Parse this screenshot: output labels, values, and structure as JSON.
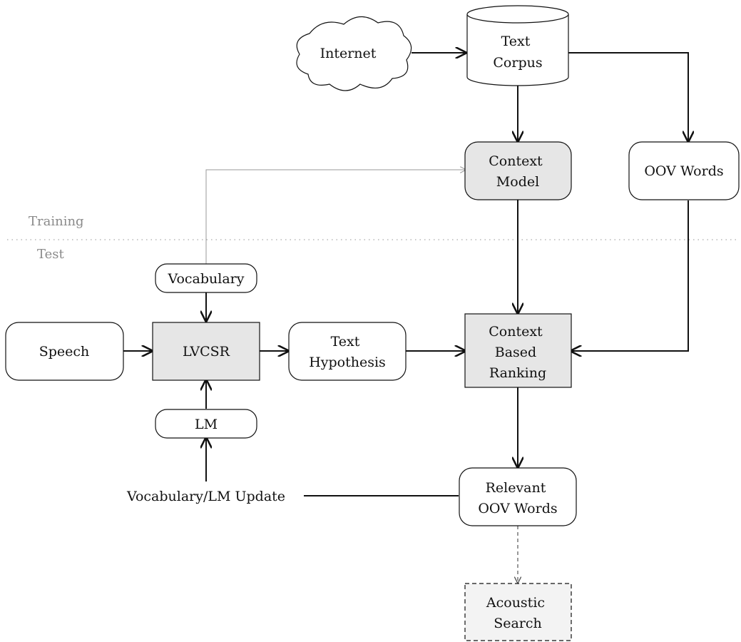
{
  "sections": {
    "training": "Training",
    "test": "Test"
  },
  "nodes": {
    "internet": "Internet",
    "text_corpus": [
      "Text",
      "Corpus"
    ],
    "context_model": [
      "Context",
      "Model"
    ],
    "oov_words": "OOV Words",
    "vocabulary": "Vocabulary",
    "speech": "Speech",
    "lvcsr": "LVCSR",
    "text_hypothesis": [
      "Text",
      "Hypothesis"
    ],
    "context_based_ranking": [
      "Context",
      "Based",
      "Ranking"
    ],
    "lm": "LM",
    "vocab_lm_update": "Vocabulary/LM Update",
    "relevant_oov_words": [
      "Relevant",
      "OOV Words"
    ],
    "acoustic_search": [
      "Acoustic",
      "Search"
    ]
  },
  "colors": {
    "highlight_fill": "#e6e6e6",
    "plain_fill": "#ffffff",
    "dashed_fill": "#f3f3f3",
    "section_label": "#8a8a8a"
  }
}
